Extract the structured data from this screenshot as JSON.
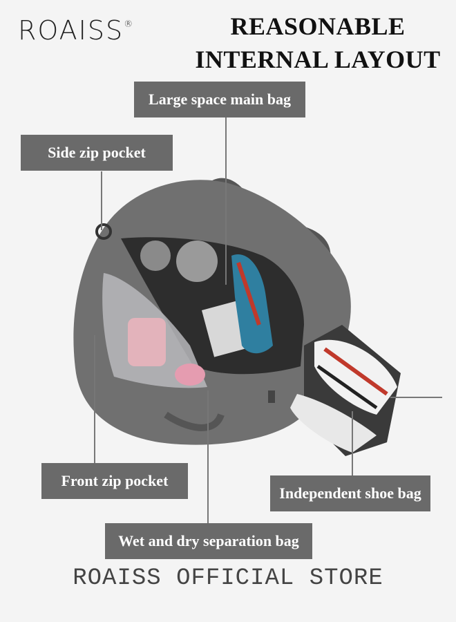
{
  "brand": {
    "name": "ROAISS",
    "mark": "®"
  },
  "headline": {
    "line1": "REASONABLE",
    "line2": "INTERNAL LAYOUT"
  },
  "labels": {
    "main_bag": "Large space main bag",
    "side_pocket": "Side zip pocket",
    "front_pocket": "Front zip pocket",
    "shoe_bag": "Independent shoe bag",
    "wet_dry": "Wet and dry separation bag"
  },
  "footer": "ROAISS OFFICIAL STORE",
  "colors": {
    "label_bg": "#6a6a6a",
    "bag": "#707070",
    "background": "#f4f4f4"
  },
  "icons": [
    "duffel-bag-illustration"
  ]
}
